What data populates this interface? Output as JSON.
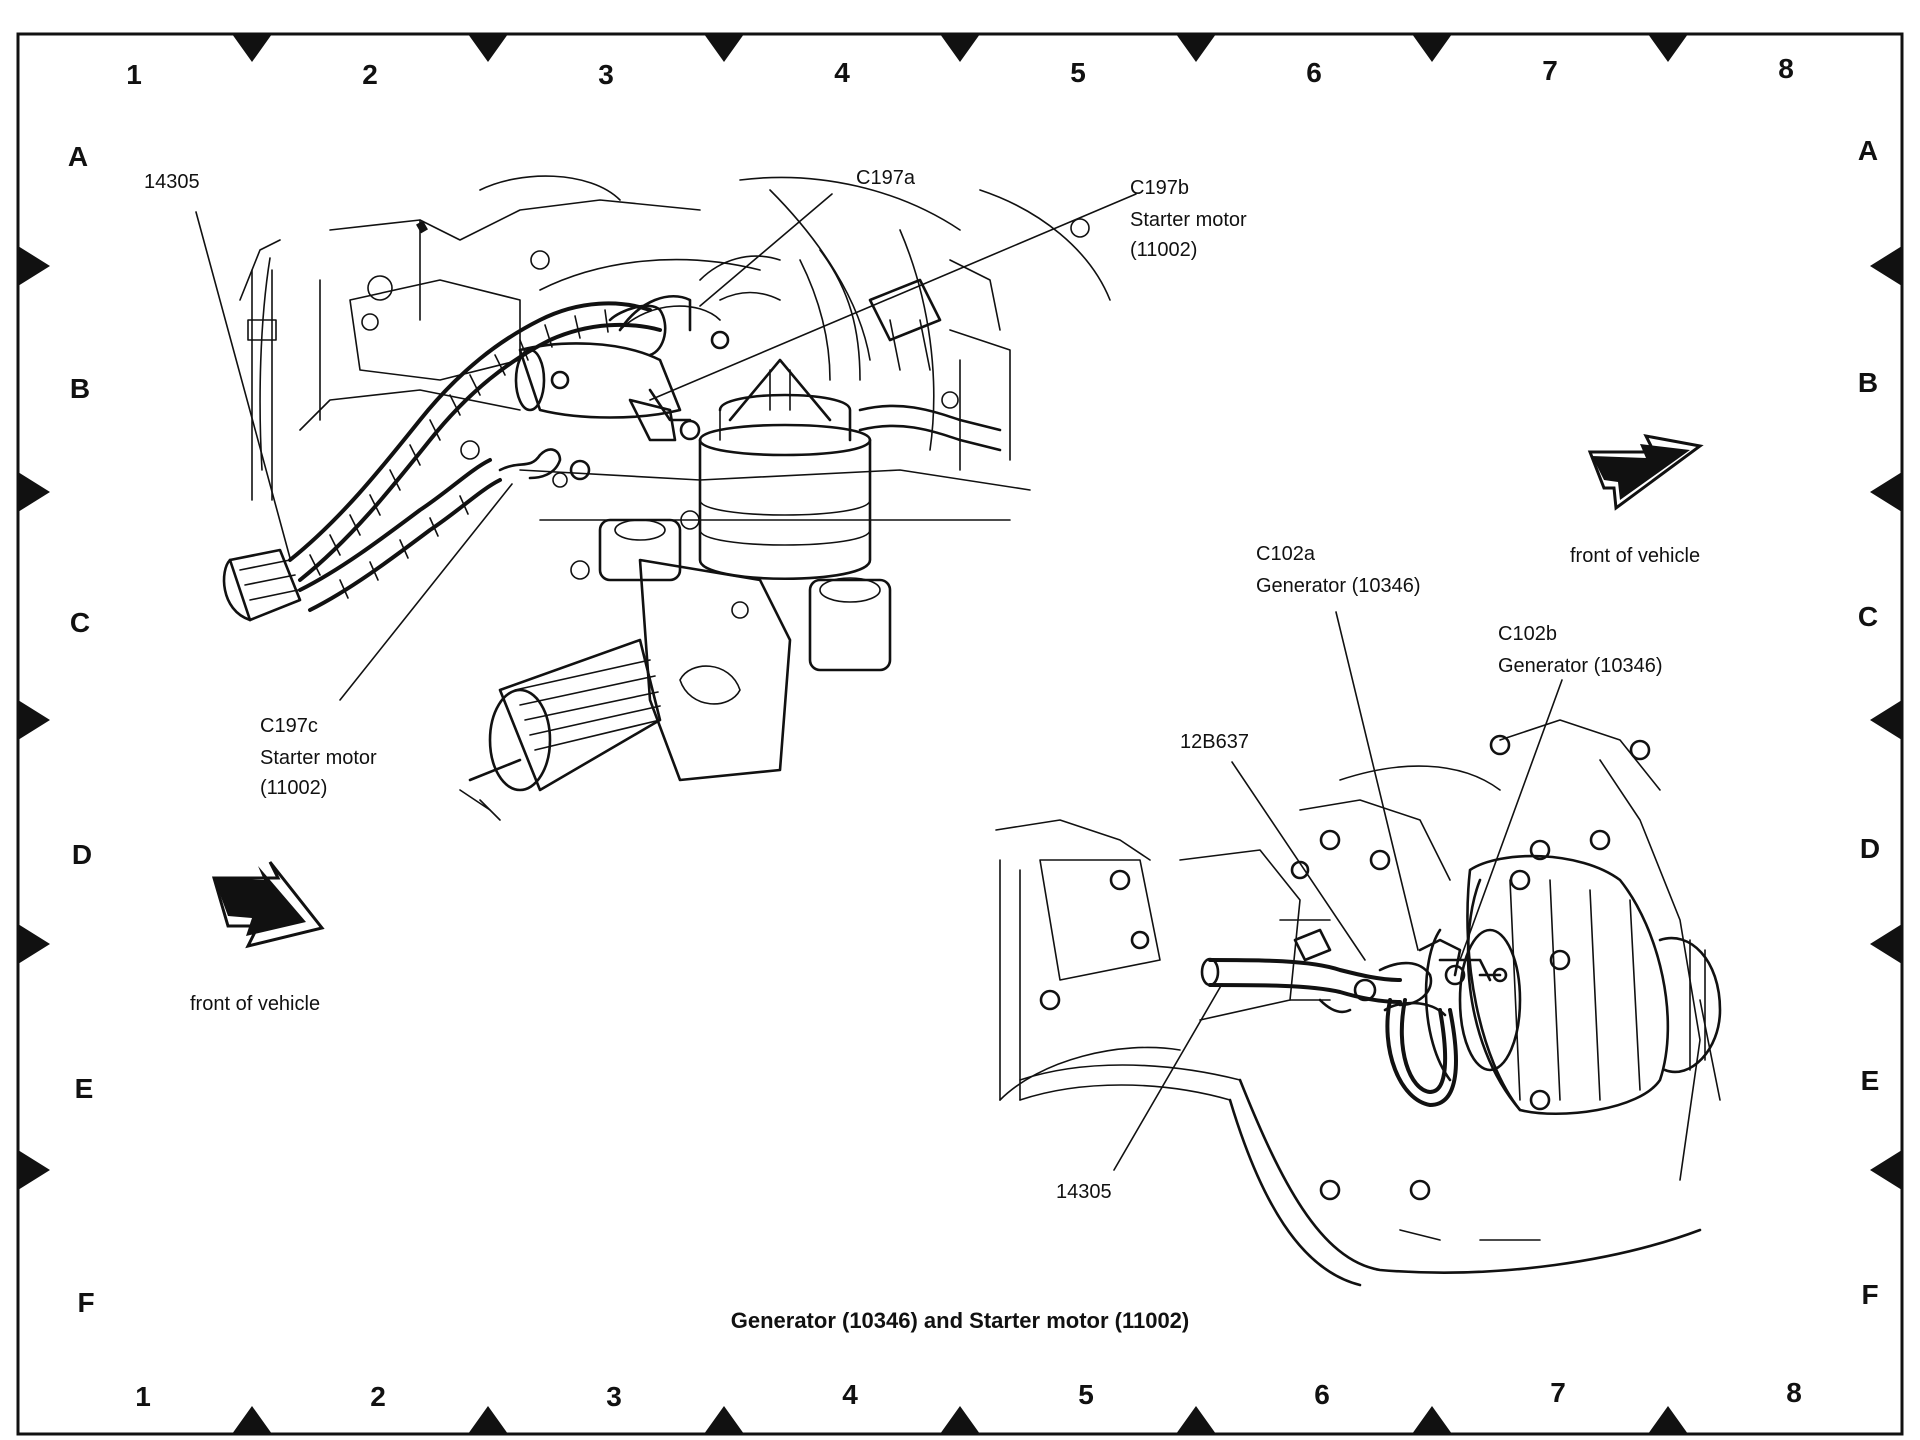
{
  "grid": {
    "columns": [
      "1",
      "2",
      "3",
      "4",
      "5",
      "6",
      "7",
      "8"
    ],
    "rows": [
      "A",
      "B",
      "C",
      "D",
      "E",
      "F"
    ]
  },
  "callouts": {
    "c1_14305": "14305",
    "c197a": "C197a",
    "c197b_id": "C197b",
    "c197b_line1": "Starter motor",
    "c197b_line2": "(11002)",
    "c197c_id": "C197c",
    "c197c_line1": "Starter motor",
    "c197c_line2": "(11002)",
    "front_left": "front of vehicle",
    "c102a_id": "C102a",
    "c102a_line1": "Generator (10346)",
    "c102b_id": "C102b",
    "c102b_line1": "Generator (10346)",
    "c12b637": "12B637",
    "front_right": "front of vehicle",
    "c2_14305": "14305"
  },
  "title": "Generator (10346) and Starter motor (11002)"
}
